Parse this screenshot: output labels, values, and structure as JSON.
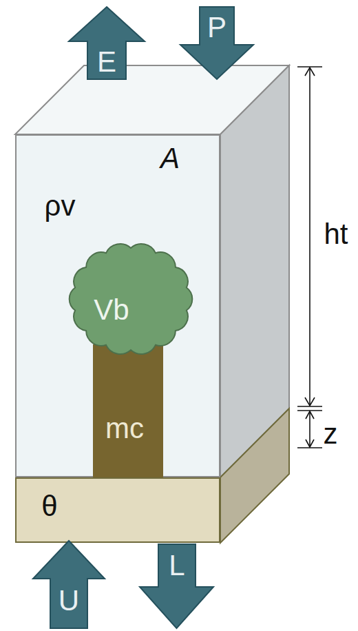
{
  "diagram": {
    "nodes": [
      {
        "text": [
          "E"
        ]
      },
      {
        "text": [
          "P"
        ]
      },
      {
        "text": [
          "A",
          "ρv"
        ]
      },
      {
        "text": [
          "Vb"
        ],
        "in": 2
      },
      {
        "text": [
          "mc"
        ],
        "in": 2
      },
      {
        "text": [
          "θ"
        ]
      },
      {
        "text": [
          "U"
        ]
      },
      {
        "text": [
          "L"
        ]
      }
    ],
    "labels": [
      "ht",
      "z"
    ]
  }
}
